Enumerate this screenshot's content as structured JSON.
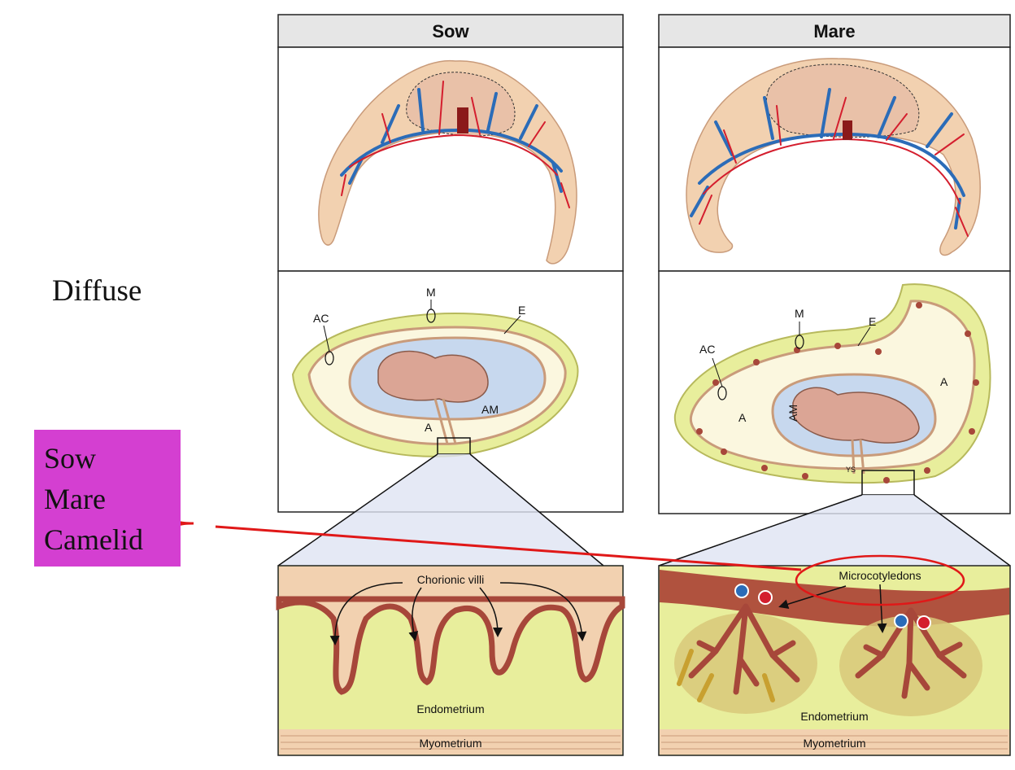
{
  "panels": {
    "left_title": "Sow",
    "right_title": "Mare"
  },
  "category_label": "Diffuse",
  "species_list": [
    "Sow",
    "Mare",
    "Camelid"
  ],
  "labels_left": {
    "ac": "AC",
    "m": "M",
    "e": "E",
    "am": "AM",
    "a": "A",
    "villi": "Chorionic villi",
    "endometrium": "Endometrium",
    "myometrium": "Myometrium"
  },
  "labels_right": {
    "ac": "AC",
    "m": "M",
    "e": "E",
    "am": "AM",
    "a1": "A",
    "a2": "A",
    "ys": "YS",
    "microcotyledons": "Microcotyledons",
    "endometrium": "Endometrium",
    "myometrium": "Myometrium"
  },
  "colors": {
    "tissue": "#f2d1b0",
    "endometrium": "#e8ee9c",
    "vein": "#2b6cb8",
    "artery": "#d41e2e",
    "annotation": "#e01818",
    "highlight_box": "#d43fd1",
    "villus": "#a7473a"
  }
}
